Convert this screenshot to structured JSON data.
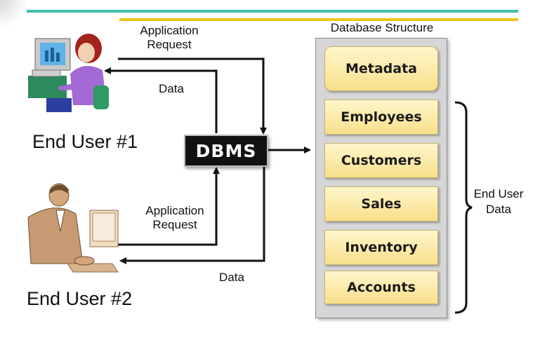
{
  "header_bars": {
    "teal": "#3fbfad",
    "yellow": "#f0c419"
  },
  "users": [
    {
      "name": "End User #1",
      "request_label": "Application\nRequest",
      "data_label": "Data"
    },
    {
      "name": "End User #2",
      "request_label": "Application\nRequest",
      "data_label": "Data"
    }
  ],
  "dbms": {
    "label": "DBMS"
  },
  "database": {
    "title": "Database Structure",
    "metadata": "Metadata",
    "tables": [
      "Employees",
      "Customers",
      "Sales",
      "Inventory",
      "Accounts"
    ],
    "group_label": "End User\nData"
  },
  "icons": [
    "computer-user-female-icon",
    "computer-user-male-icon"
  ]
}
